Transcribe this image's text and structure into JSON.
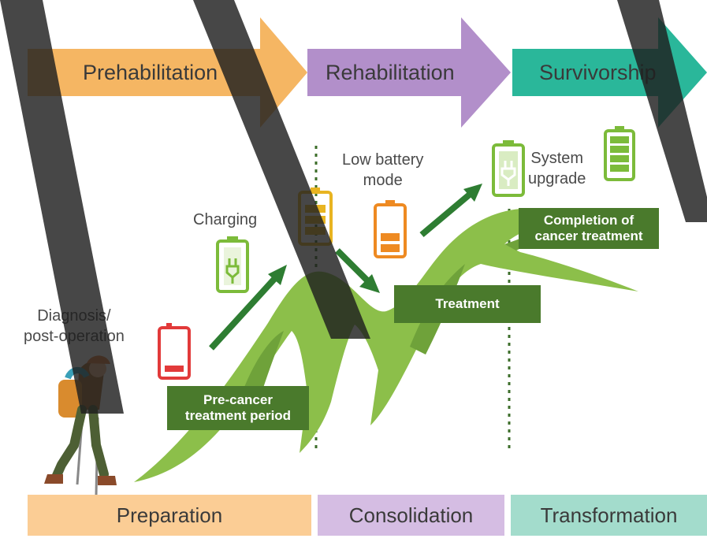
{
  "phases": {
    "prehabilitation": "Prehabilitation",
    "rehabilitation": "Rehabilitation",
    "survivorship": "Survivorship"
  },
  "labels": {
    "diagnosis_line1": "Diagnosis/",
    "diagnosis_line2": "post-operation",
    "charging": "Charging",
    "low_battery_line1": "Low battery",
    "low_battery_line2": "mode",
    "system_upgrade_line1": "System",
    "system_upgrade_line2": "upgrade"
  },
  "boxes": {
    "pre_cancer_line1": "Pre-cancer",
    "pre_cancer_line2": "treatment period",
    "treatment": "Treatment",
    "completion_line1": "Completion of",
    "completion_line2": "cancer treatment"
  },
  "bottom": {
    "preparation": "Preparation",
    "consolidation": "Consolidation",
    "transformation": "Transformation"
  },
  "colors": {
    "prehab_orange": "#f5b663",
    "rehab_purple": "#b28fca",
    "survivorship_teal": "#2ab79a",
    "dark_green": "#4a7a2c",
    "light_green": "#8cbf4a",
    "battery_red": "#e23a3a",
    "battery_orange": "#ee8a22",
    "battery_yellow": "#e8b421",
    "battery_green": "#7cbb3a"
  },
  "icons": [
    "battery-empty-red-icon",
    "battery-charging-icon",
    "battery-yellow-icon",
    "battery-low-orange-icon",
    "battery-charging-upgrade-icon",
    "battery-full-icon",
    "hiker-icon",
    "arrow-up-icon",
    "arrow-down-icon"
  ]
}
